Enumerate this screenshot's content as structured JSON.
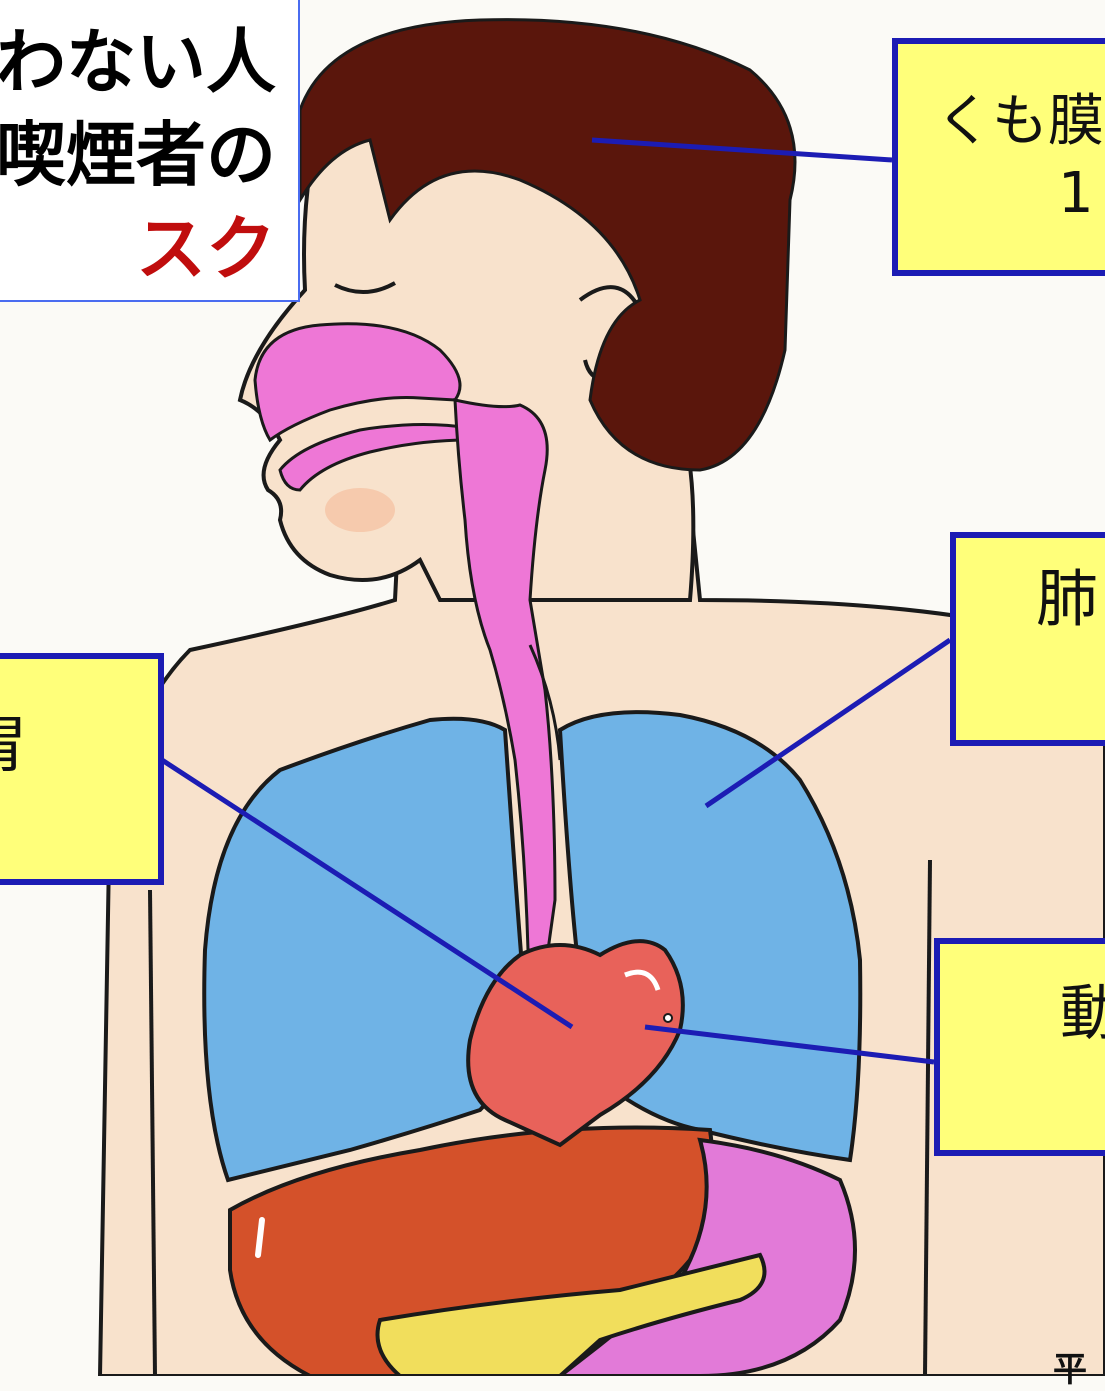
{
  "title": {
    "line1": "わない人",
    "line2": "喫煙者の",
    "line3": "スク"
  },
  "boxes": {
    "top_right": {
      "line1": "くも膜",
      "line2": "1"
    },
    "lung": {
      "line1": "肺"
    },
    "left": {
      "line1": "胃"
    },
    "heart": {
      "line1": "動"
    }
  },
  "source": "平",
  "colors": {
    "box_fill": "#ffff7a",
    "box_border": "#1c1cb4",
    "title_border": "#4a6cf0",
    "title_red": "#c00d0d",
    "hair": "#5a160c",
    "skin": "#f8e2cc",
    "airway": "#ee77d6",
    "lung": "#6fb3e6",
    "heart": "#e8625a",
    "liver": "#d4512a",
    "stomach": "#e27ad8",
    "pancreas": "#f1de5c"
  }
}
